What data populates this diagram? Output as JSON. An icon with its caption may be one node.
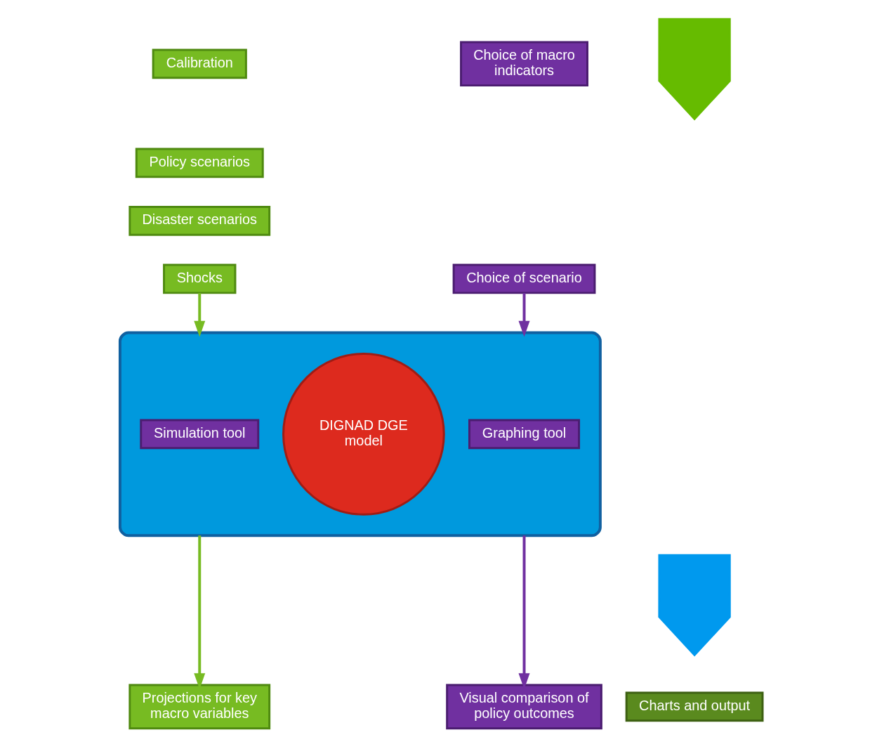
{
  "diagram": {
    "nodes": [
      {
        "text": [
          "Calibration"
        ]
      },
      {
        "text": [
          "Policy scenarios"
        ]
      },
      {
        "text": [
          "Disaster scenarios"
        ]
      },
      {
        "text": [
          "Shocks"
        ]
      },
      {
        "text": [
          "Choice of macro indicators"
        ]
      },
      {
        "text": [
          "Choice of scenario"
        ]
      },
      {
        "text": [],
        "shape": "arrow"
      },
      {
        "text": [],
        "shape": "box"
      },
      {
        "text": [
          "Simulation tool"
        ],
        "in": 7
      },
      {
        "text": [
          "DIGNAD DGE model"
        ],
        "in": 7
      },
      {
        "text": [
          "Graphing tool"
        ],
        "in": 7
      },
      {
        "text": [],
        "shape": "arrow"
      },
      {
        "text": [
          "Projections for key macro variables"
        ]
      },
      {
        "text": [
          "Visual comparison of policy outcomes"
        ]
      },
      {
        "text": [
          "Charts and output"
        ]
      }
    ],
    "edges": [
      {
        "from": 3,
        "to": 7,
        "arrow": "to",
        "color": "#77bb22"
      },
      {
        "from": 5,
        "to": 7,
        "arrow": "to",
        "color": "#7030a0"
      },
      {
        "from": 7,
        "to": 12,
        "arrow": "to",
        "color": "#77bb22"
      },
      {
        "from": 7,
        "to": 13,
        "arrow": "to",
        "color": "#7030a0"
      }
    ]
  }
}
